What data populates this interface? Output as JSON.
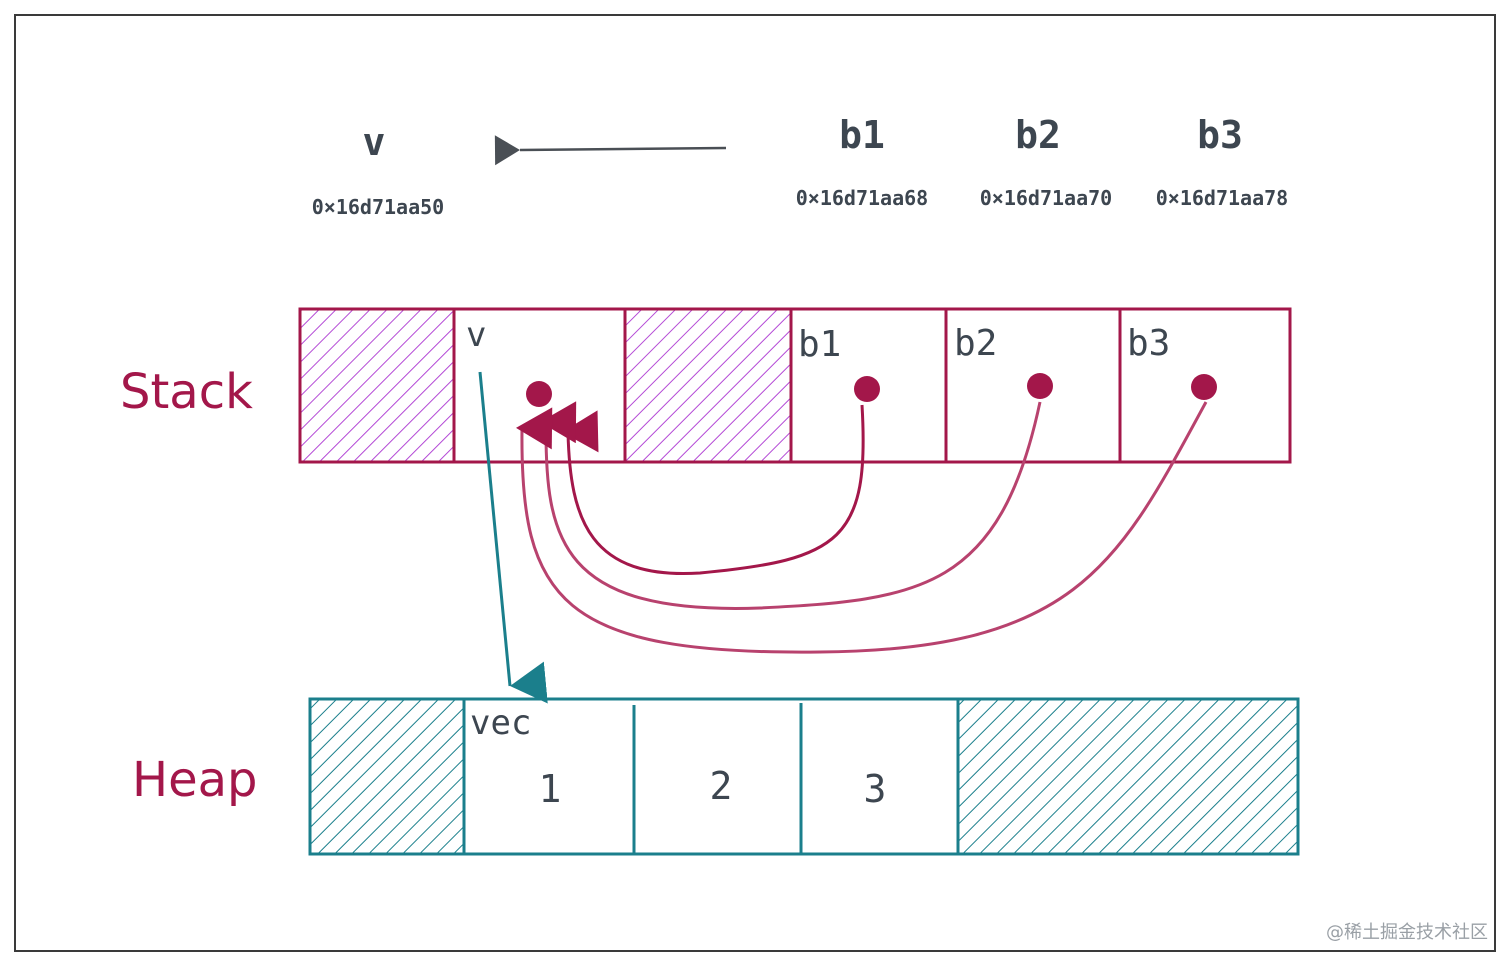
{
  "top_labels": {
    "v": {
      "name": "v",
      "address": "0×16d71aa50"
    },
    "b1": {
      "name": "b1",
      "address": "0×16d71aa68"
    },
    "b2": {
      "name": "b2",
      "address": "0×16d71aa70"
    },
    "b3": {
      "name": "b3",
      "address": "0×16d71aa78"
    }
  },
  "stack": {
    "title": "Stack",
    "cells": {
      "v": "v",
      "b1": "b1",
      "b2": "b2",
      "b3": "b3"
    }
  },
  "heap": {
    "title": "Heap",
    "label": "vec",
    "values": [
      "1",
      "2",
      "3"
    ]
  },
  "colors": {
    "stack": "#a3174a",
    "heap": "#1b7f8c",
    "hatch_stack": "#b44ad6",
    "text": "#3d4650"
  },
  "watermark": "@稀土掘金技术社区"
}
